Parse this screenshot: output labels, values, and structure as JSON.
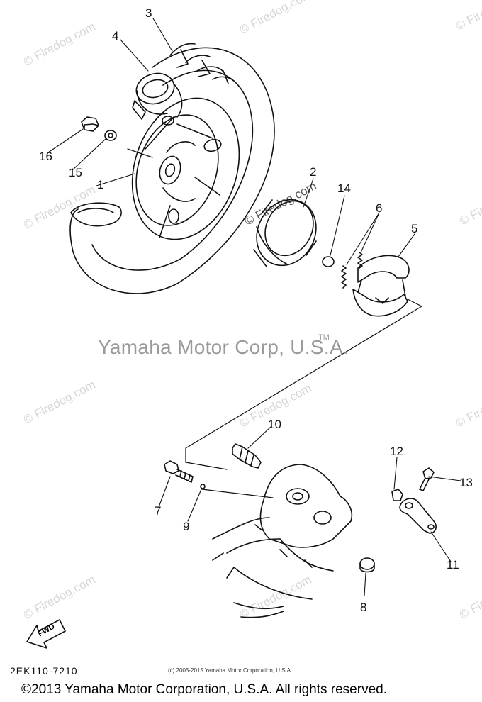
{
  "watermark": "© Firedog.com",
  "brand": "Yamaha Motor Corp, U.S.A.",
  "trademark": "TM",
  "diagram_code": "2EK110-7210",
  "small_copyright": "(c) 2005-2015 Yamaha Motor Corporation, U.S.A.",
  "footer": "©2013 Yamaha Motor Corporation, U.S.A. All rights reserved.",
  "fwd": "FWD",
  "callouts": {
    "c1": "1",
    "c2": "2",
    "c3": "3",
    "c4": "4",
    "c5": "5",
    "c6": "6",
    "c7": "7",
    "c8": "8",
    "c9": "9",
    "c10": "10",
    "c11": "11",
    "c12": "12",
    "c13": "13",
    "c14": "14",
    "c15": "15",
    "c16": "16"
  }
}
